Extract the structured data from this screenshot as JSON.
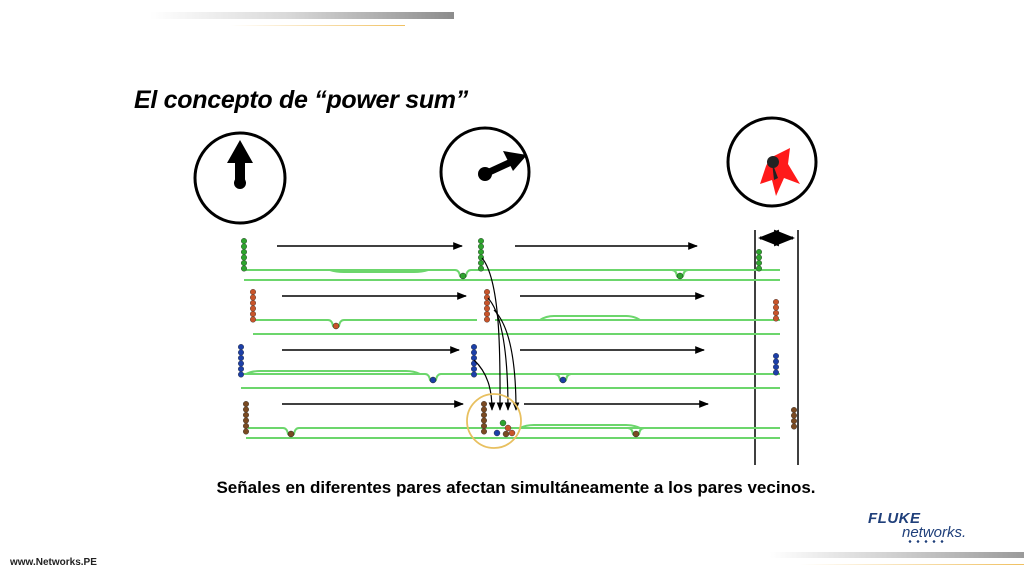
{
  "slide": {
    "title": "El concepto de “power sum”",
    "caption": "Señales en diferentes pares afectan simultáneamente a los pares vecinos.",
    "website": "www.Networks.PE"
  },
  "logo": {
    "brand": "FLUKE",
    "sub": "networks."
  },
  "diagram": {
    "pair_colors": [
      "#2ea42e",
      "#c8542a",
      "#1c3fa8",
      "#7a4a22"
    ],
    "signal_line_color": "#6cd66c",
    "highlight_color": "#e8c060",
    "alert_color": "#ff1a1a",
    "gauges": [
      "gauge-arrow-up-icon",
      "gauge-arrow-right-icon",
      "gauge-arrow-red-icon"
    ]
  }
}
